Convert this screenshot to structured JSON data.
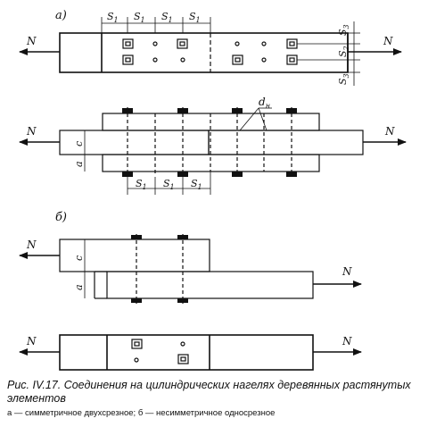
{
  "part_labels": {
    "a": "а)",
    "b": "б)"
  },
  "dimensions": {
    "s1": "S",
    "s1_sub": "1",
    "s2": "S",
    "s2_sub": "2",
    "s3": "S",
    "s3_sub": "3"
  },
  "section_labels": {
    "c": "с",
    "a": "а"
  },
  "dowel_label": {
    "main": "d",
    "sub": "н"
  },
  "force_label": "N",
  "caption": {
    "title": "Рис. IV.17. Соединения на цилиндрических нагелях деревянных растянутых элементов",
    "legend": "а — симметричное двухсрезное; б — несимметричное односрезное"
  }
}
